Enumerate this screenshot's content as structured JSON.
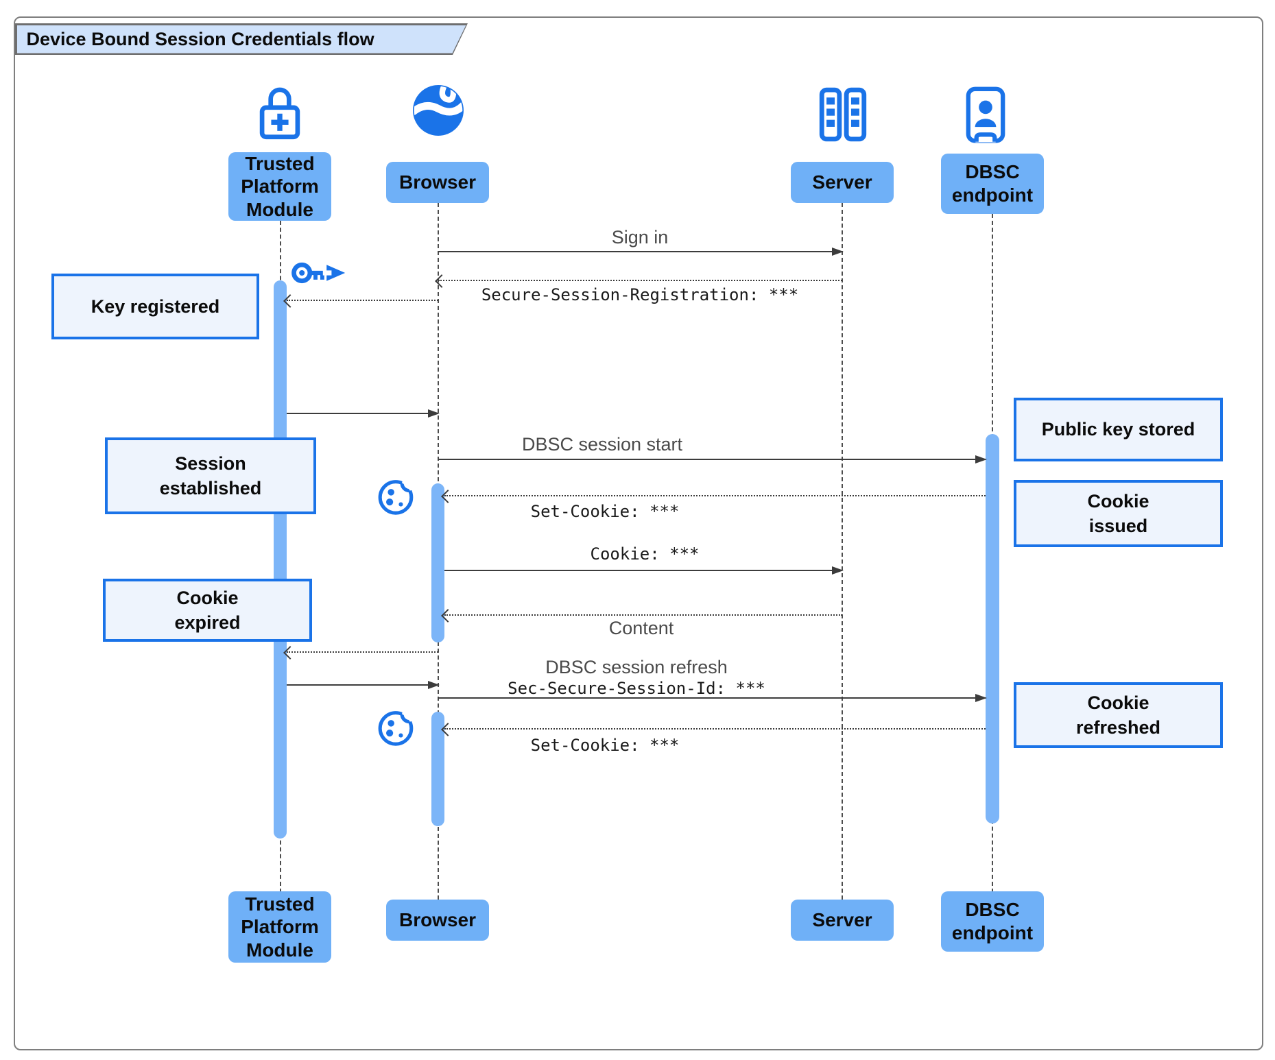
{
  "title": "Device Bound Session Credentials flow",
  "actors": {
    "tpm": {
      "label": "Trusted Platform Module",
      "icon": "lock-plus-icon"
    },
    "browser": {
      "label": "Browser",
      "icon": "globe-icon"
    },
    "server": {
      "label": "Server",
      "icon": "server-rack-icon"
    },
    "dbsc": {
      "label": "DBSC endpoint",
      "icon": "id-badge-icon"
    }
  },
  "messages": {
    "sign_in": "Sign in",
    "registration": "Secure-Session-Registration: ***",
    "dbsc_session_start": "DBSC session start",
    "set_cookie_1": "Set-Cookie: ***",
    "cookie": "Cookie: ***",
    "content": "Content",
    "dbsc_session_refresh": "DBSC session refresh",
    "sec_secure_session_id": "Sec-Secure-Session-Id: ***",
    "set_cookie_2": "Set-Cookie: ***"
  },
  "notes": {
    "key_registered": "Key registered",
    "session_established": "Session established",
    "cookie_expired": "Cookie expired",
    "public_key_stored": "Public key stored",
    "cookie_issued": "Cookie issued",
    "cookie_refreshed": "Cookie refreshed"
  },
  "colors": {
    "icon_blue": "#1a73e8",
    "actor_box_fill": "#6fb0f7",
    "activation_fill": "#7cb5f8",
    "note_fill": "#eef4fd",
    "note_border": "#1a73e8",
    "title_fill": "#cfe2fb",
    "arrow": "#3c3c3c"
  }
}
